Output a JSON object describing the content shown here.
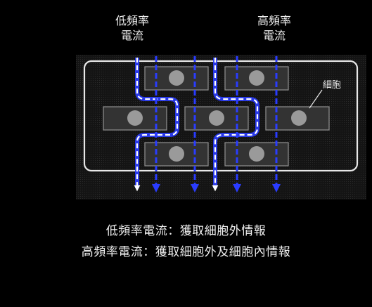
{
  "labels": {
    "low_freq_title_line1": "低頻率",
    "low_freq_title_line2": "電流",
    "high_freq_title_line1": "高頻率",
    "high_freq_title_line2": "電流",
    "cell": "細胞"
  },
  "legend": {
    "low": "低頻率電流：獲取細胞外情報",
    "high": "高頻率電流：獲取細胞外及細胞內情報"
  },
  "colors": {
    "background": "#000000",
    "panel": "#1a1a1a",
    "tissue_border": "#e8e8e8",
    "cell_fill": "#303030",
    "cell_border": "#8a8a8a",
    "nucleus": "#9a9a9a",
    "current": "#2a3cff"
  }
}
